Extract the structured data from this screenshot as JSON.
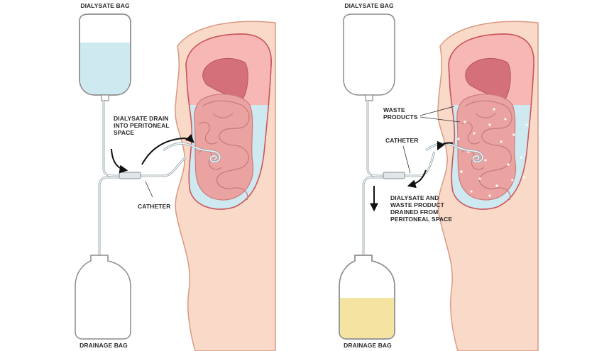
{
  "left_panel": {
    "top_bag_label": "DIALYSATE BAG",
    "bottom_bag_label": "DRAINAGE BAG",
    "flow_note": [
      "DIALYSATE DRAIN",
      "INTO PERITONEAL",
      "SPACE"
    ],
    "catheter_label": "CATHETER"
  },
  "right_panel": {
    "top_bag_label": "DIALYSATE BAG",
    "bottom_bag_label": "DRAINAGE BAG",
    "waste_label": [
      "WASTE",
      "PRODUCTS"
    ],
    "catheter_label": "CATHETER",
    "drain_note": [
      "DIALYSATE AND",
      "WASTE PRODUCT",
      "DRAINED FROM",
      "PERITONEAL SPACE"
    ]
  },
  "colors": {
    "skin": "#f9d9c7",
    "skin_outline": "#d89a85",
    "cavity": "#f7b7b4",
    "dialysate": "#cfe9f1",
    "liver": "#d4707a",
    "intestine": "#eaa3a0",
    "drainage_fluid": "#f4e3a1",
    "bag_outline": "#8c8c8c",
    "arrow": "#111111"
  }
}
